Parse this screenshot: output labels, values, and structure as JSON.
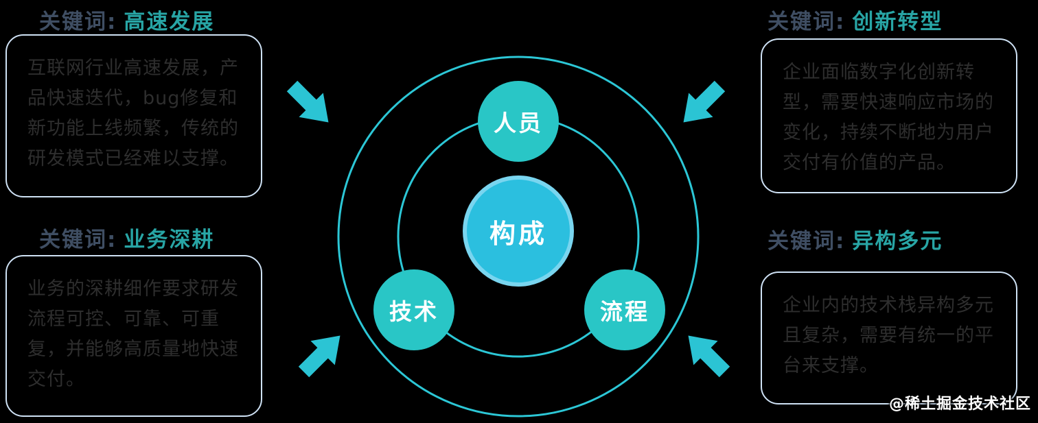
{
  "diagram": {
    "center": {
      "label": "构成"
    },
    "satellites": {
      "people": {
        "label": "人员"
      },
      "technology": {
        "label": "技术"
      },
      "process": {
        "label": "流程"
      }
    },
    "colors": {
      "ring": "#2cc7d6",
      "center_fill": "#2bbfdf",
      "center_halo": "#87d8f2",
      "satellite_fill": "#29c6c6",
      "arrow": "#2bc4d4"
    }
  },
  "boxes": {
    "top_left": {
      "title_prefix": "关键词:",
      "keyword": "高速发展",
      "body": "互联网行业高速发展，产品快速迭代，bug修复和新功能上线频繁，传统的研发模式已经难以支撑。"
    },
    "top_right": {
      "title_prefix": "关键词:",
      "keyword": "创新转型",
      "body": "企业面临数字化创新转型，需要快速响应市场的变化，持续不断地为用户交付有价值的产品。"
    },
    "bottom_left": {
      "title_prefix": "关键词:",
      "keyword": "业务深耕",
      "body": "业务的深耕细作要求研发流程可控、可靠、可重复，并能够高质量地快速交付。"
    },
    "bottom_right": {
      "title_prefix": "关键词:",
      "keyword": "异构多元",
      "body": "企业内的技术栈异构多元且复杂，需要有统一的平台来支撑。"
    }
  },
  "style_colors": {
    "keyword_teal": "#28a5a5",
    "title_dark": "#3f4e63",
    "box_border": "#cfe2f5",
    "body_text": "#2e2e2e",
    "background": "#000000"
  },
  "watermark": "@稀土掘金技术社区"
}
